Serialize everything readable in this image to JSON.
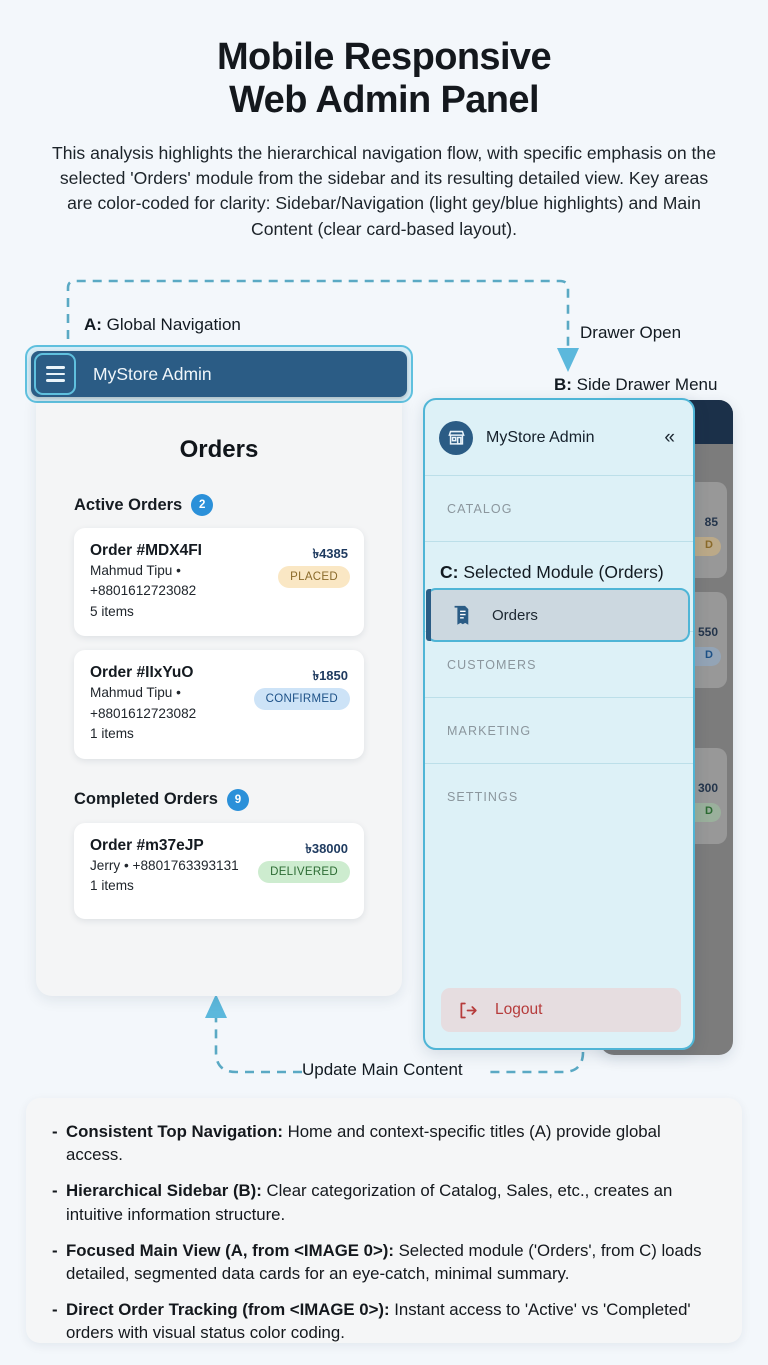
{
  "header": {
    "title_line1": "Mobile Responsive",
    "title_line2": "Web Admin Panel",
    "subtitle": "This analysis highlights the hierarchical navigation flow, with specific emphasis on the selected 'Orders' module from the sidebar and its resulting detailed view. Key areas are color-coded for clarity: Sidebar/Navigation (light gey/blue highlights) and Main Content (clear card-based layout)."
  },
  "callouts": {
    "a": {
      "tag": "A:",
      "text": " Global Navigation"
    },
    "b": {
      "tag": "B:",
      "text": " Side Drawer Menu"
    },
    "c": {
      "tag": "C:",
      "text": " Selected Module (Orders)"
    },
    "drawer_open": "Drawer Open",
    "update_main": "Update Main Content"
  },
  "topbar": {
    "title": "MyStore Admin",
    "menu_icon": "hamburger-icon"
  },
  "main": {
    "page_title": "Orders",
    "sections": [
      {
        "label": "Active Orders",
        "count": "2",
        "orders": [
          {
            "id": "Order #MDX4FI",
            "customer": "Mahmud Tipu •",
            "phone": "+8801612723082",
            "items": "5 items",
            "amount": "৳4385",
            "status": "PLACED",
            "status_class": "placed"
          },
          {
            "id": "Order #IIxYuO",
            "customer": "Mahmud Tipu •",
            "phone": "+8801612723082",
            "items": "1 items",
            "amount": "৳1850",
            "status": "CONFIRMED",
            "status_class": "confirmed"
          }
        ]
      },
      {
        "label": "Completed Orders",
        "count": "9",
        "orders": [
          {
            "id": "Order #m37eJP",
            "customer": "Jerry • +8801763393131",
            "phone": "",
            "items": "1 items",
            "amount": "৳38000",
            "status": "DELIVERED",
            "status_class": "delivered"
          }
        ]
      }
    ]
  },
  "drawer": {
    "brand": "MyStore Admin",
    "collapse_icon": "«",
    "store_icon": "storefront-icon",
    "sections": [
      "CATALOG",
      "CUSTOMERS",
      "MARKETING",
      "SETTINGS"
    ],
    "selected_item": {
      "label": "Orders",
      "icon": "receipt-icon"
    },
    "logout": {
      "label": "Logout",
      "icon": "logout-icon"
    }
  },
  "background_phone": {
    "ghost_cards": [
      {
        "amount": "85",
        "status_letter": "D",
        "pill_color": "#d9b87b"
      },
      {
        "amount": "550",
        "status_letter": "D",
        "pill_color": "#8fafd0"
      },
      {
        "amount": "300",
        "status_letter": "D",
        "pill_color": "#9cc4a0"
      }
    ]
  },
  "summary": {
    "bullets": [
      {
        "lead": "Consistent Top Navigation:",
        "rest": " Home and context-specific titles (A) provide global access."
      },
      {
        "lead": "Hierarchical Sidebar (B):",
        "rest": " Clear categorization of Catalog, Sales, etc., creates an intuitive information structure."
      },
      {
        "lead": "Focused Main View (A, from <IMAGE 0>):",
        "rest": " Selected module ('Orders', from C) loads detailed, segmented data cards for an eye-catch, minimal summary."
      },
      {
        "lead": "Direct Order Tracking (from <IMAGE 0>):",
        "rest": " Instant access to 'Active' vs 'Completed' orders with visual status color coding."
      }
    ],
    "dash": "-"
  },
  "colors": {
    "page_bg": "#f3f7fb",
    "accent_blue": "#4fb5d6",
    "navbar": "#2b5c85",
    "badge": "#2b90d9",
    "logout_red": "#b63b3b"
  }
}
